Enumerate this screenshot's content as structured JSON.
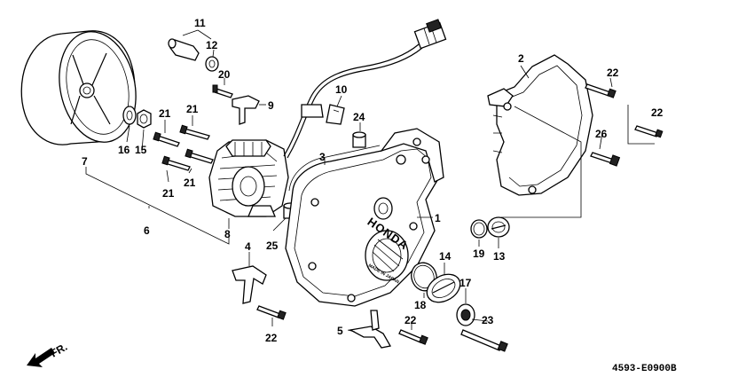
{
  "labels": [
    {
      "id": "1",
      "text": "1"
    },
    {
      "id": "2",
      "text": "2"
    },
    {
      "id": "3",
      "text": "3"
    },
    {
      "id": "4",
      "text": "4"
    },
    {
      "id": "5",
      "text": "5"
    },
    {
      "id": "6",
      "text": "6"
    },
    {
      "id": "7",
      "text": "7"
    },
    {
      "id": "8",
      "text": "8"
    },
    {
      "id": "9",
      "text": "9"
    },
    {
      "id": "10",
      "text": "10"
    },
    {
      "id": "11",
      "text": "11"
    },
    {
      "id": "12",
      "text": "12"
    },
    {
      "id": "13",
      "text": "13"
    },
    {
      "id": "14",
      "text": "14"
    },
    {
      "id": "15",
      "text": "15"
    },
    {
      "id": "16",
      "text": "16"
    },
    {
      "id": "17",
      "text": "17"
    },
    {
      "id": "18",
      "text": "18"
    },
    {
      "id": "19",
      "text": "19"
    },
    {
      "id": "20",
      "text": "20"
    },
    {
      "id": "21a",
      "text": "21"
    },
    {
      "id": "21b",
      "text": "21"
    },
    {
      "id": "21c",
      "text": "21"
    },
    {
      "id": "21d",
      "text": "21"
    },
    {
      "id": "22a",
      "text": "22"
    },
    {
      "id": "22b",
      "text": "22"
    },
    {
      "id": "22c",
      "text": "22"
    },
    {
      "id": "22d",
      "text": "22"
    },
    {
      "id": "23",
      "text": "23"
    },
    {
      "id": "24",
      "text": "24"
    },
    {
      "id": "25",
      "text": "25"
    },
    {
      "id": "26",
      "text": "26"
    }
  ],
  "cover_brand": "HONDA",
  "cover_stamp": "MADE IN JAPAN",
  "direction_label": "FR.",
  "drawing_code": "4593-E0900B"
}
